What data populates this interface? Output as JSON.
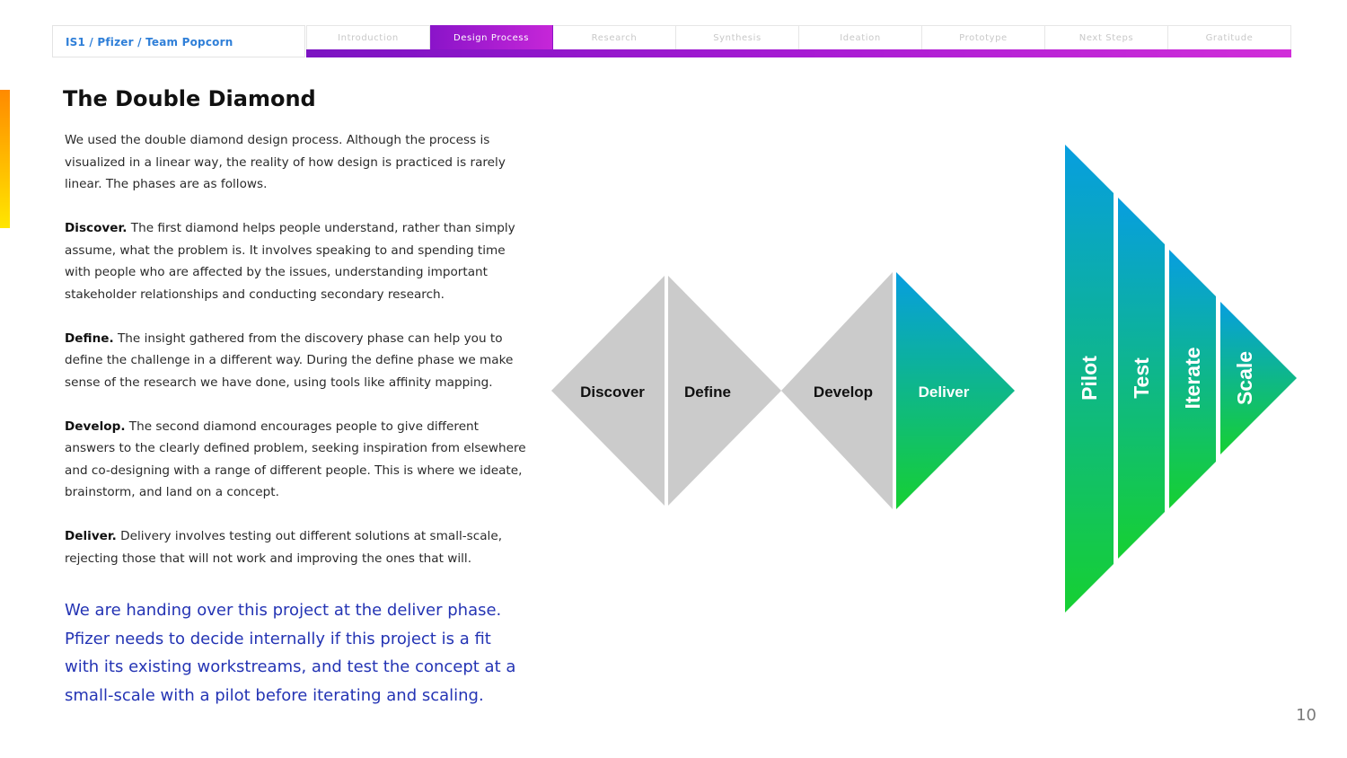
{
  "header": {
    "breadcrumb": "IS1 / Pfizer / Team Popcorn",
    "tabs": [
      {
        "label": "Introduction",
        "active": false
      },
      {
        "label": "Design Process",
        "active": true
      },
      {
        "label": "Research",
        "active": false
      },
      {
        "label": "Synthesis",
        "active": false
      },
      {
        "label": "Ideation",
        "active": false
      },
      {
        "label": "Prototype",
        "active": false
      },
      {
        "label": "Next Steps",
        "active": false
      },
      {
        "label": "Gratitude",
        "active": false
      }
    ]
  },
  "title": "The Double Diamond",
  "intro": "We used the double diamond design process. Although the process is visualized in a linear way, the reality of how design is practiced is rarely linear. The phases are as follows.",
  "phases_text": [
    {
      "term": "Discover.",
      "text": " The first diamond helps people understand, rather than simply assume, what the problem is. It involves speaking to and spending time with people who are affected by the issues, understanding important stakeholder relationships and conducting secondary research."
    },
    {
      "term": "Define.",
      "text": " The insight gathered from the discovery phase can help you to define the challenge in a different way. During the define phase we make sense of the research we have done, using tools like affinity mapping."
    },
    {
      "term": "Develop.",
      "text": " The second diamond encourages people to give different answers to the clearly defined problem, seeking inspiration from elsewhere and co-designing with a range of different people.  This is where we ideate, brainstorm, and land on a concept."
    },
    {
      "term": "Deliver.",
      "text": " Delivery involves testing out different solutions at small-scale, rejecting those that will not work and improving the ones that will."
    }
  ],
  "handover": "We are handing over this project at the deliver phase. Pfizer needs to decide internally if this project is a fit with its existing workstreams, and test the concept at a small-scale with a pilot before iterating and scaling.",
  "diagram": {
    "diamond_labels": [
      "Discover",
      "Define",
      "Develop",
      "Deliver"
    ],
    "arrow_labels": [
      "Pilot",
      "Test",
      "Iterate",
      "Scale"
    ],
    "colors": {
      "grey": "#cbcbcb",
      "gradient_top": "#079ee0",
      "gradient_bottom": "#16d032",
      "dark_text": "#111111",
      "light_text": "#ffffff"
    }
  },
  "page_number": "10"
}
